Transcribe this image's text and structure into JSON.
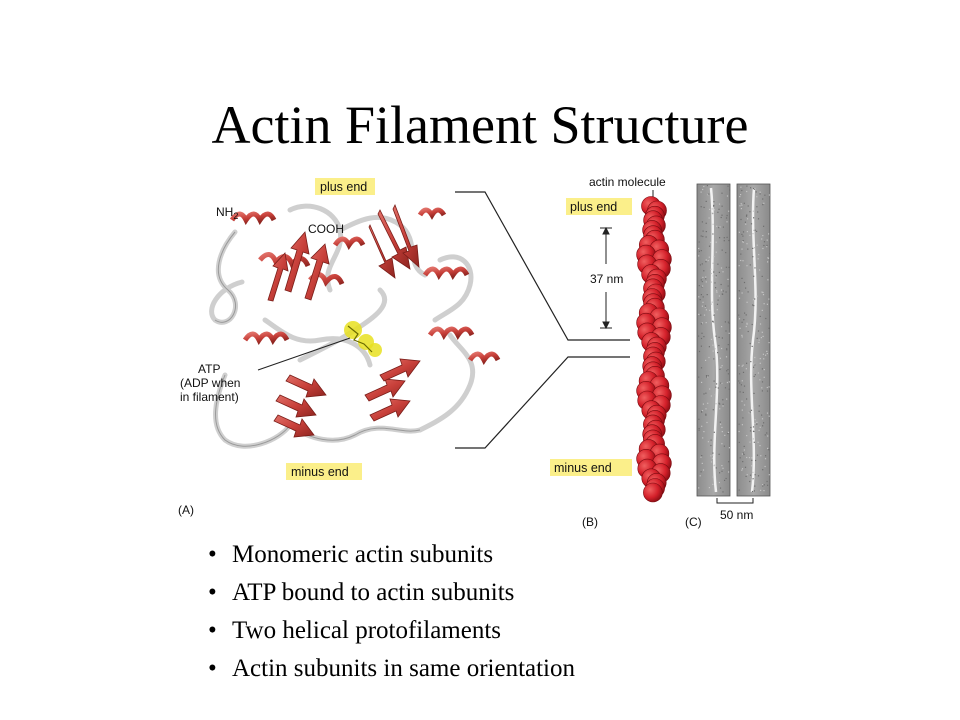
{
  "title": "Actin Filament Structure",
  "figure": {
    "panel_a": {
      "plus_end": "plus end",
      "minus_end": "minus end",
      "nh2": "NH",
      "nh2_sub": "2",
      "cooh": "COOH",
      "atp_line1": "ATP",
      "atp_line2": "(ADP when",
      "atp_line3": "in filament)",
      "panel_label": "(A)"
    },
    "panel_b": {
      "actin_molecule": "actin molecule",
      "plus_end": "plus end",
      "minus_end": "minus end",
      "distance": "37 nm",
      "panel_label": "(B)"
    },
    "panel_c": {
      "scale": "50 nm",
      "panel_label": "(C)"
    },
    "colors": {
      "ribbon": "#c8403a",
      "subunit": "#d4202a",
      "highlight": "#fbef8a",
      "atp": "#e8e020",
      "micrograph": "#9a9a9a"
    }
  },
  "bullets": [
    "Monomeric actin subunits",
    "ATP bound to actin subunits",
    "Two helical protofilaments",
    "Actin subunits in same orientation"
  ]
}
